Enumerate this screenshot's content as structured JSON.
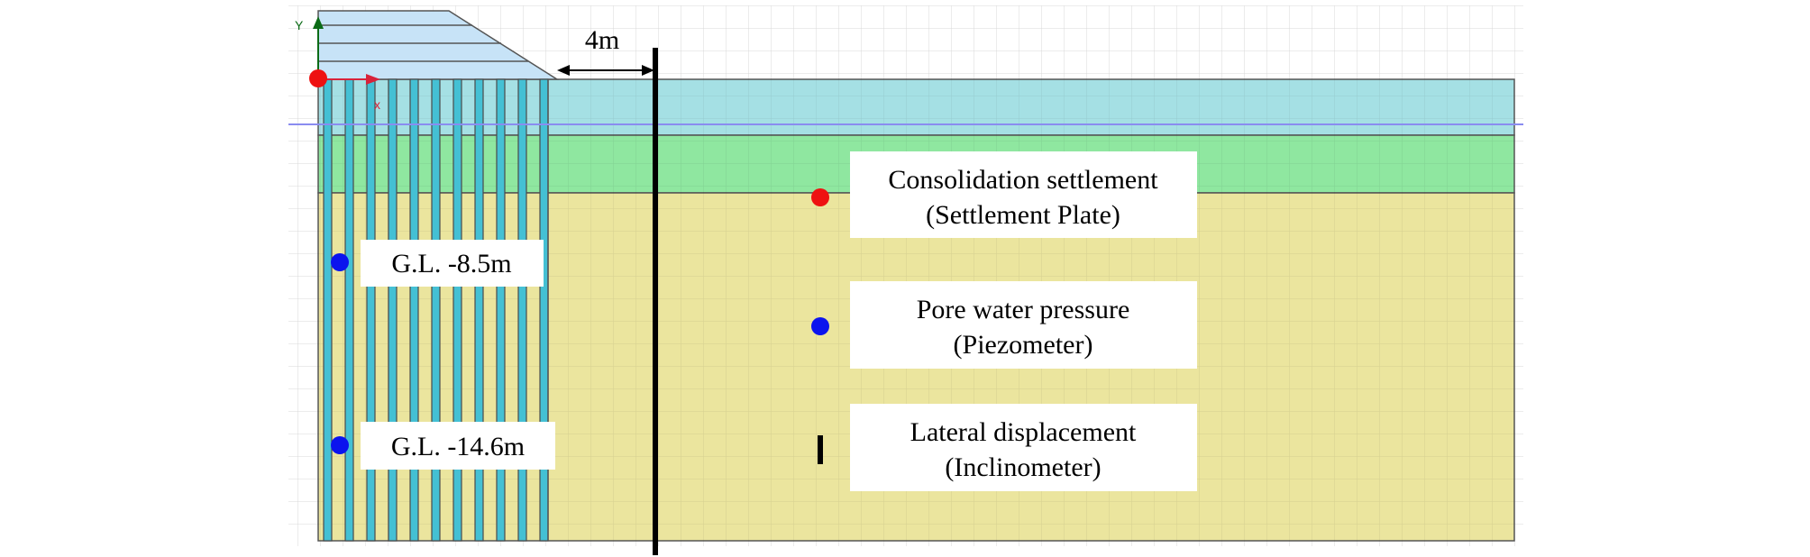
{
  "diagram": {
    "spacing_label": "4m",
    "axes": {
      "y_label": "Y",
      "x_label": "x"
    },
    "depth_labels": [
      "G.L. -8.5m",
      "G.L. -14.6m"
    ],
    "legend": [
      {
        "marker": "red-dot",
        "line1": "Consolidation settlement",
        "line2": "(Settlement Plate)"
      },
      {
        "marker": "blue-dot",
        "line1": "Pore water pressure",
        "line2": "(Piezometer)"
      },
      {
        "marker": "black-bar",
        "line1": "Lateral displacement",
        "line2": "(Inclinometer)"
      }
    ],
    "colors": {
      "embankment": "#c7e3f7",
      "water_layer": "#a5e0e4",
      "green_layer": "#8fe7a0",
      "clay_layer": "#ebe59e",
      "drain_fill": "#44c0d4",
      "settlement_plate": "#ee1111",
      "piezometer": "#0b14ee",
      "inclinometer": "#000000",
      "water_level_line": "#8a8cf0",
      "y_axis": "#0b6b16",
      "x_axis": "#d8223a"
    }
  }
}
